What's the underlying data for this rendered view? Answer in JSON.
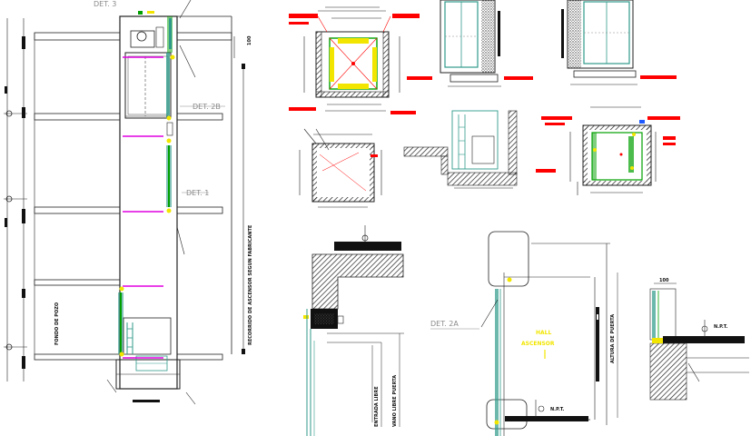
{
  "drawing": {
    "labels": {
      "det_3": "DET. 3",
      "det_2b": "DET. 2B",
      "det_1": "DET. 1",
      "det_2a": "DET. 2A",
      "hall": "HALL",
      "ascensor": "ASCENSOR",
      "npt_1": "N.P.T.",
      "npt_2": "N.P.T.",
      "shaft_vertical": "RECORRIDO DE ASCENSOR SEGUN FABRICANTE",
      "pozo": "FONDO DE POZO",
      "entrada_1": "ENTRADA LIBRE",
      "entrada_2": "VANO LIBRE PUERTA",
      "altura": "ALTURA DE PUERTA",
      "dim_top": "100",
      "dim_right": "100"
    }
  },
  "colors": {
    "line": "#1a1a1a",
    "magenta": "#e000e0",
    "green": "#00a000",
    "yellow": "#f2e600",
    "red": "#ff0000",
    "teal": "#2f9a8a",
    "cyan": "#00c8d8",
    "grey_text": "#9a9a9a"
  }
}
